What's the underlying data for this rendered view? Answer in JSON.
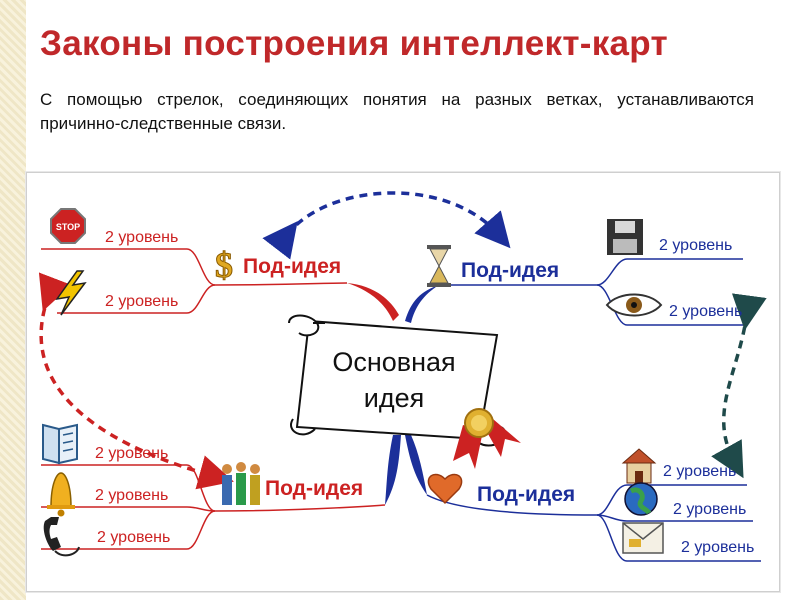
{
  "slide": {
    "title": "Законы построения интеллект-карт",
    "subtitle": "С помощью стрелок, соединяющих понятия на разных ветках, устанавливаются причинно-следственные связи."
  },
  "diagram": {
    "center": {
      "line1": "Основная",
      "line2": "идея"
    },
    "branches": [
      {
        "id": "top-left",
        "label": "Под-идея",
        "color": "#cc2222",
        "icon": "dollar-icon",
        "leaves": [
          {
            "label": "2 уровень",
            "icon": "stop-sign-icon"
          },
          {
            "label": "2 уровень",
            "icon": "lightning-icon"
          }
        ]
      },
      {
        "id": "top-right",
        "label": "Под-идея",
        "color": "#1c2f9a",
        "icon": "hourglass-icon",
        "leaves": [
          {
            "label": "2 уровень",
            "icon": "floppy-disk-icon"
          },
          {
            "label": "2 уровень",
            "icon": "eye-icon"
          }
        ]
      },
      {
        "id": "bottom-left",
        "label": "Под-идея",
        "color": "#cc2222",
        "icon": "people-icon",
        "leaves": [
          {
            "label": "2 уровень",
            "icon": "book-icon"
          },
          {
            "label": "2 уровень",
            "icon": "bell-icon"
          },
          {
            "label": "2 уровень",
            "icon": "phone-icon"
          }
        ]
      },
      {
        "id": "bottom-right",
        "label": "Под-идея",
        "color": "#1c2f9a",
        "icon": "heart-icon",
        "leaves": [
          {
            "label": "2 уровень",
            "icon": "house-icon"
          },
          {
            "label": "2 уровень",
            "icon": "globe-icon"
          },
          {
            "label": "2 уровень",
            "icon": "envelope-icon"
          }
        ]
      }
    ],
    "arrows": [
      {
        "between": "top-left ↔ top-right",
        "color": "#1c2f9a"
      },
      {
        "between": "top-left leaf ↔ bottom-left",
        "color": "#cc2222"
      },
      {
        "between": "top-right leaf ↔ bottom-right leaf",
        "color": "#1f4a4a"
      }
    ]
  }
}
